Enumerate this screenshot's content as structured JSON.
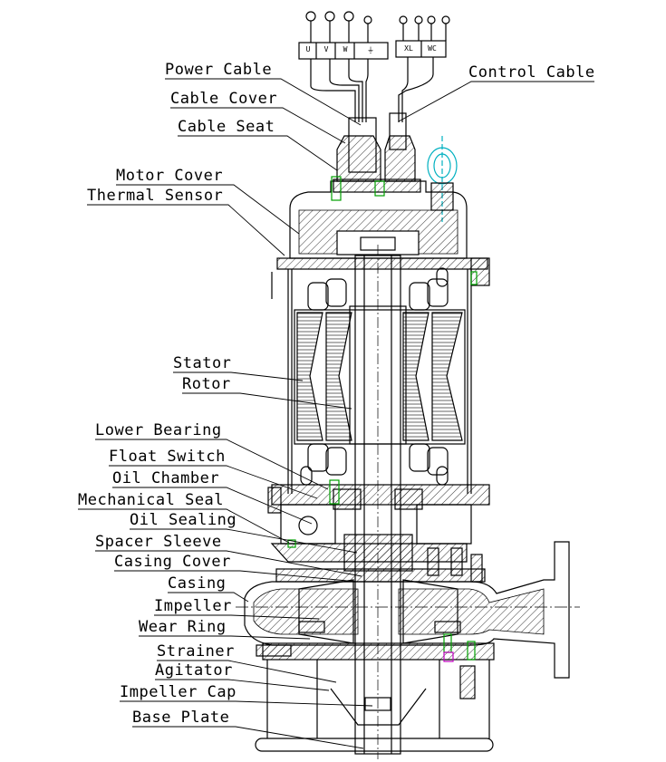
{
  "terminals": {
    "u": "U",
    "v": "V",
    "w": "W",
    "ground": "⏚",
    "xl": "XL",
    "wc": "WC"
  },
  "labels": {
    "power_cable": "Power Cable",
    "control_cable": "Control Cable",
    "cable_cover": "Cable Cover",
    "cable_seat": "Cable Seat",
    "motor_cover": "Motor Cover",
    "thermal_sensor": "Thermal Sensor",
    "stator": "Stator",
    "rotor": "Rotor",
    "lower_bearing": "Lower Bearing",
    "float_switch": "Float Switch",
    "oil_chamber": "Oil Chamber",
    "mechanical_seal": "Mechanical Seal",
    "oil_sealing": "Oil Sealing",
    "spacer_sleeve": "Spacer Sleeve",
    "casing_cover": "Casing Cover",
    "casing": "Casing",
    "impeller": "Impeller",
    "wear_ring": "Wear Ring",
    "strainer": "Strainer",
    "agitator": "Agitator",
    "impeller_cap": "Impeller Cap",
    "base_plate": "Base Plate"
  },
  "colors": {
    "line": "#000000",
    "sensor_bolt": "#00a000",
    "eyebolt_accent": "#00b0c0",
    "seal_accent": "#c000c0"
  }
}
